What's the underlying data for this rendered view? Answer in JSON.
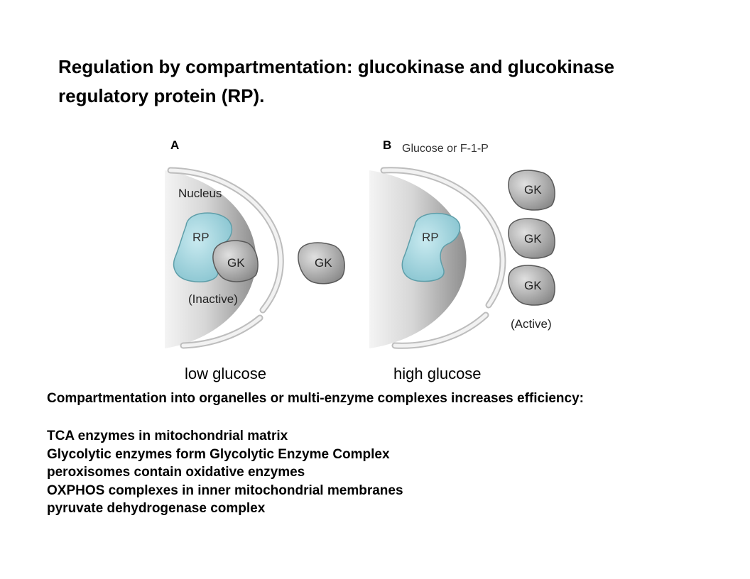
{
  "slide": {
    "title_line1": "Regulation by compartmentation: glucokinase and glucokinase",
    "title_line2": "regulatory protein (RP)."
  },
  "figure": {
    "panel_a": {
      "letter": "A",
      "nucleus_label": "Nucleus",
      "rp_label": "RP",
      "gk_inner_label": "GK",
      "state_label": "(Inactive)",
      "gk_outer_label": "GK",
      "caption": "low glucose"
    },
    "panel_b": {
      "letter": "B",
      "effector_label": "Glucose or F-1-P",
      "rp_label": "RP",
      "gk_labels": [
        "GK",
        "GK",
        "GK"
      ],
      "state_label": "(Active)",
      "caption": "high glucose"
    },
    "colors": {
      "rp_fill": "#a8d8e2",
      "gk_fill": "#a9a9a9",
      "nucleus_fill": "#c9c9c9",
      "envelope": "#e6e6e6"
    }
  },
  "text": {
    "intro": "Compartmentation into organelles or multi-enzyme complexes increases efficiency:",
    "items": [
      "TCA enzymes in mitochondrial matrix",
      "Glycolytic enzymes form Glycolytic Enzyme Complex",
      "peroxisomes contain oxidative enzymes",
      "OXPHOS complexes in inner mitochondrial membranes",
      "pyruvate dehydrogenase complex"
    ]
  }
}
